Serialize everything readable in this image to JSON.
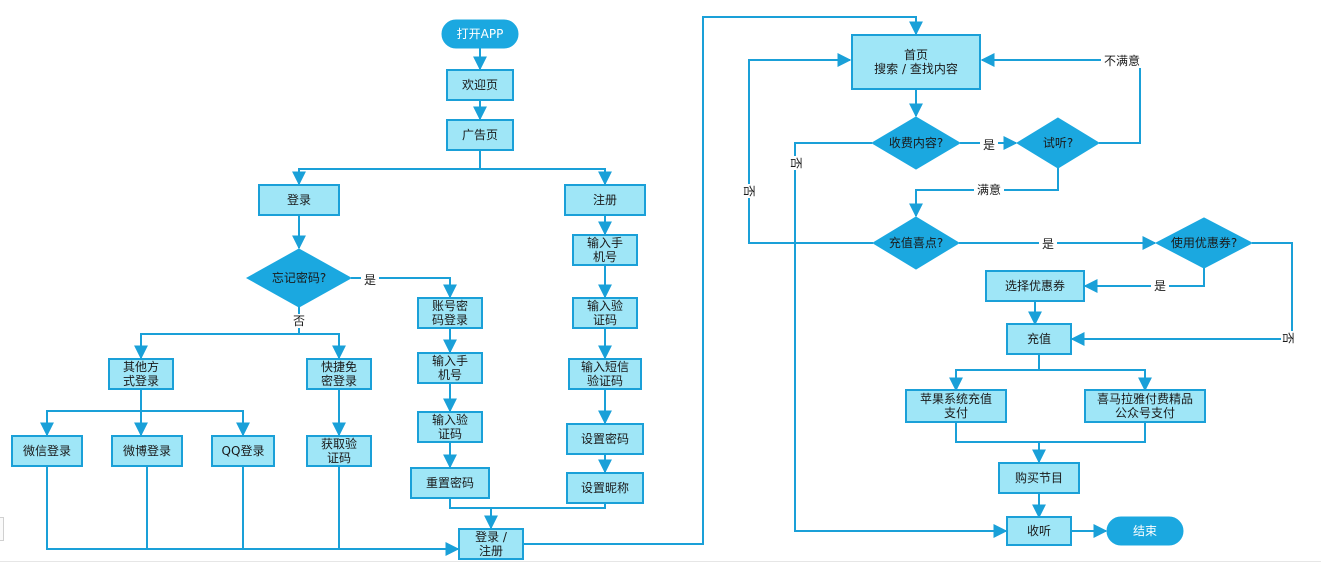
{
  "colors": {
    "node_fill": "#9fe6f7",
    "node_stroke": "#1aa0d8",
    "terminal_fill": "#1ba8e0",
    "terminal_text": "#ffffff",
    "edge": "#1aa0d8",
    "text": "#1a1a1a"
  },
  "nodes": {
    "open_app": [
      "打开APP"
    ],
    "welcome": [
      "欢迎页"
    ],
    "ad_page": [
      "广告页"
    ],
    "login": [
      "登录"
    ],
    "register": [
      "注册"
    ],
    "forgot_pwd": [
      "忘记密码?"
    ],
    "acct_pwd_login": [
      "账号密",
      "码登录"
    ],
    "other_login": [
      "其他方",
      "式登录"
    ],
    "quick_login": [
      "快捷免",
      "密登录"
    ],
    "wechat_login": [
      "微信登录"
    ],
    "weibo_login": [
      "微博登录"
    ],
    "qq_login": [
      "QQ登录"
    ],
    "get_code": [
      "获取验",
      "证码"
    ],
    "input_phone_1": [
      "输入手",
      "机号"
    ],
    "input_code_1": [
      "输入验",
      "证码"
    ],
    "reset_pwd": [
      "重置密码"
    ],
    "input_phone_2": [
      "输入手",
      "机号"
    ],
    "input_code_2": [
      "输入验",
      "证码"
    ],
    "input_sms_code": [
      "输入短信",
      "验证码"
    ],
    "set_pwd": [
      "设置密码"
    ],
    "set_nickname": [
      "设置昵称"
    ],
    "login_register": [
      "登录 /",
      "注册"
    ],
    "home": [
      "首页",
      "搜索 / 查找内容"
    ],
    "paid_content": [
      "收费内容?"
    ],
    "trial": [
      "试听?"
    ],
    "recharge_point": [
      "充值喜点?"
    ],
    "use_coupon": [
      "使用优惠券?"
    ],
    "choose_coupon": [
      "选择优惠券"
    ],
    "recharge": [
      "充值"
    ],
    "apple_pay": [
      "苹果系统充值",
      "支付"
    ],
    "himalaya_pay": [
      "喜马拉雅付费精品",
      "公众号支付"
    ],
    "buy_program": [
      "购买节目"
    ],
    "listen": [
      "收听"
    ],
    "end": [
      "结束"
    ]
  },
  "edge_labels": {
    "forgot_yes": "是",
    "forgot_no": "否",
    "not_satisfied": "不满意",
    "paid_yes": "是",
    "paid_no": "否",
    "satisfied": "满意",
    "recharge_no": "否",
    "recharge_yes": "是",
    "coupon_yes": "是",
    "coupon_no": "否"
  }
}
